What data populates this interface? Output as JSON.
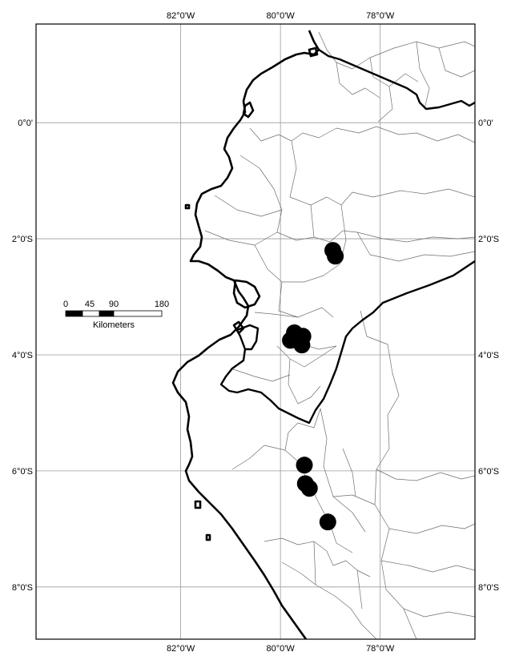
{
  "map": {
    "lon_range": [
      -84.9,
      -76.1
    ],
    "lat_range": [
      -8.9,
      1.7
    ],
    "grid_lons": [
      -82,
      -80,
      -78
    ],
    "grid_lats": [
      0,
      -2,
      -4,
      -6,
      -8
    ],
    "top_labels": [
      "82°0'W",
      "80°0'W",
      "78°0'W"
    ],
    "bottom_labels": [
      "82°0'W",
      "80°0'W",
      "78°0'W"
    ],
    "left_labels": [
      "0°0'",
      "2°0'S",
      "4°0'S",
      "6°0'S",
      "8°0'S"
    ],
    "right_labels": [
      "0°0'",
      "2°0'S",
      "4°0'S",
      "6°0'S",
      "8°0'S"
    ],
    "colors": {
      "ink": "#000000",
      "grid": "#9a9a9a",
      "admin": "#6e6e6e",
      "paper": "#ffffff"
    }
  },
  "scale_bar": {
    "ticks": [
      "0",
      "45",
      "90",
      "180"
    ],
    "tick_values": [
      0,
      45,
      90,
      180
    ],
    "unit": "Kilometers"
  },
  "occurrences": [
    {
      "lon": -78.95,
      "lat": -2.2
    },
    {
      "lon": -78.9,
      "lat": -2.3
    },
    {
      "lon": -79.8,
      "lat": -3.75
    },
    {
      "lon": -79.72,
      "lat": -3.62
    },
    {
      "lon": -79.55,
      "lat": -3.68
    },
    {
      "lon": -79.57,
      "lat": -3.83
    },
    {
      "lon": -79.52,
      "lat": -5.9
    },
    {
      "lon": -79.5,
      "lat": -6.22
    },
    {
      "lon": -79.42,
      "lat": -6.3
    },
    {
      "lon": -79.05,
      "lat": -6.88
    }
  ]
}
